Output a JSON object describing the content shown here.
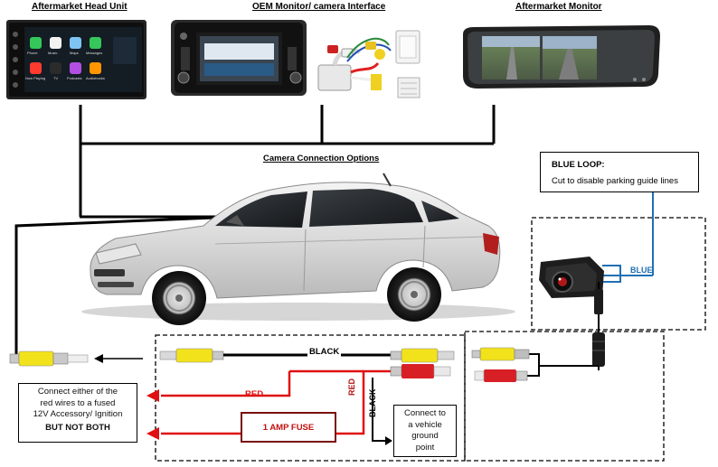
{
  "titles": {
    "head_unit": "Aftermarket Head Unit",
    "oem_monitor": "OEM Monitor/ camera Interface",
    "aftermarket_monitor": "Aftermarket Monitor",
    "connection_options": "Camera Connection Options"
  },
  "blue_loop": {
    "title": "BLUE LOOP:",
    "text": "Cut to disable parking guide lines",
    "wire_label": "BLUE"
  },
  "wires": {
    "black": "BLACK",
    "red_left": "RED",
    "red_vertical": "RED",
    "black_vertical": "BLACK"
  },
  "fuse": {
    "label": "1 AMP FUSE"
  },
  "power_note": {
    "line1": "Connect either of the",
    "line2": "red wires to a fused",
    "line3": "12V Accessory/ Ignition",
    "line4": "BUT NOT BOTH"
  },
  "ground_note": {
    "line1": "Connect to",
    "line2": "a vehicle",
    "line3": "ground",
    "line4": "point"
  },
  "head_unit_apps": [
    "Phone",
    "Music",
    "Maps",
    "Messages",
    "Now Playing",
    "TV",
    "Podcasts",
    "Audiobooks"
  ],
  "colors": {
    "wire_black": "#000000",
    "wire_red": "#e01010",
    "wire_blue": "#1f6fb4",
    "rca_yellow": "#f2e21c",
    "rca_red": "#d81f26",
    "fuse_border": "#7a0e0e",
    "fuse_text": "#c41010"
  }
}
